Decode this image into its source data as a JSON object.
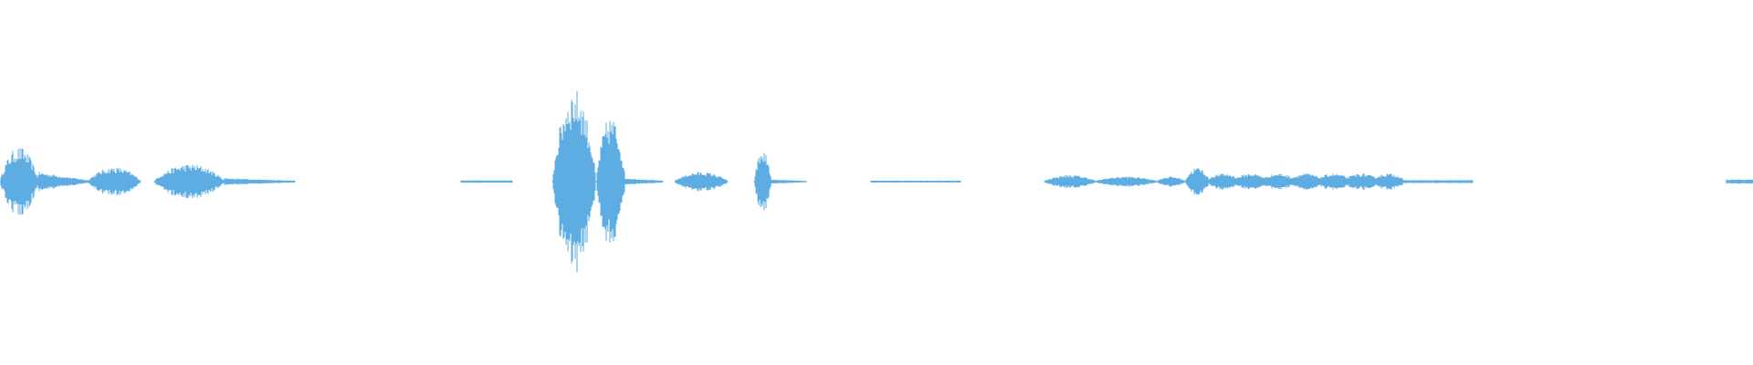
{
  "waveform": {
    "color": "#5dade2",
    "background": "#ffffff",
    "duration_fraction_segments": [
      {
        "start": 0.0,
        "end": 0.022,
        "amp": 0.22,
        "shape": "burst"
      },
      {
        "start": 0.022,
        "end": 0.05,
        "amp": 0.06,
        "shape": "taper"
      },
      {
        "start": 0.05,
        "end": 0.08,
        "amp": 0.09,
        "shape": "burst"
      },
      {
        "start": 0.088,
        "end": 0.128,
        "amp": 0.11,
        "shape": "burst"
      },
      {
        "start": 0.128,
        "end": 0.168,
        "amp": 0.02,
        "shape": "taper"
      },
      {
        "start": 0.263,
        "end": 0.292,
        "amp": 0.004,
        "shape": "flat"
      },
      {
        "start": 0.315,
        "end": 0.34,
        "amp": 0.6,
        "shape": "burst"
      },
      {
        "start": 0.34,
        "end": 0.357,
        "amp": 0.42,
        "shape": "burst"
      },
      {
        "start": 0.357,
        "end": 0.378,
        "amp": 0.02,
        "shape": "taper"
      },
      {
        "start": 0.385,
        "end": 0.415,
        "amp": 0.06,
        "shape": "burst"
      },
      {
        "start": 0.43,
        "end": 0.44,
        "amp": 0.2,
        "shape": "burst"
      },
      {
        "start": 0.44,
        "end": 0.46,
        "amp": 0.01,
        "shape": "taper"
      },
      {
        "start": 0.497,
        "end": 0.548,
        "amp": 0.003,
        "shape": "flat"
      },
      {
        "start": 0.596,
        "end": 0.625,
        "amp": 0.04,
        "shape": "burst"
      },
      {
        "start": 0.625,
        "end": 0.66,
        "amp": 0.03,
        "shape": "burst"
      },
      {
        "start": 0.66,
        "end": 0.676,
        "amp": 0.03,
        "shape": "burst"
      },
      {
        "start": 0.676,
        "end": 0.69,
        "amp": 0.09,
        "shape": "burst"
      },
      {
        "start": 0.69,
        "end": 0.8,
        "amp": 0.05,
        "shape": "ripple"
      },
      {
        "start": 0.8,
        "end": 0.84,
        "amp": 0.006,
        "shape": "flat"
      },
      {
        "start": 0.985,
        "end": 1.0,
        "amp": 0.01,
        "shape": "flat"
      }
    ]
  }
}
